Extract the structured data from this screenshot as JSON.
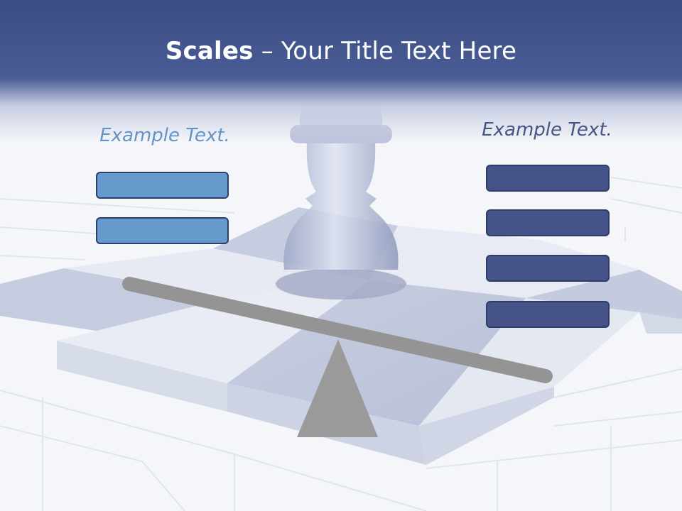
{
  "slide": {
    "title_bold": "Scales",
    "title_rest": " – Your Title Text Here"
  },
  "left_panel": {
    "label": "Example Text.",
    "box_count": 2
  },
  "right_panel": {
    "label": "Example Text.",
    "box_count": 4
  },
  "colors": {
    "title_band": "#3c4d85",
    "left_label": "#6593c6",
    "right_label": "#465583",
    "left_box": "#6699cc",
    "right_box": "#465388",
    "beam": "#949494",
    "fulcrum": "#9a9a9a"
  }
}
